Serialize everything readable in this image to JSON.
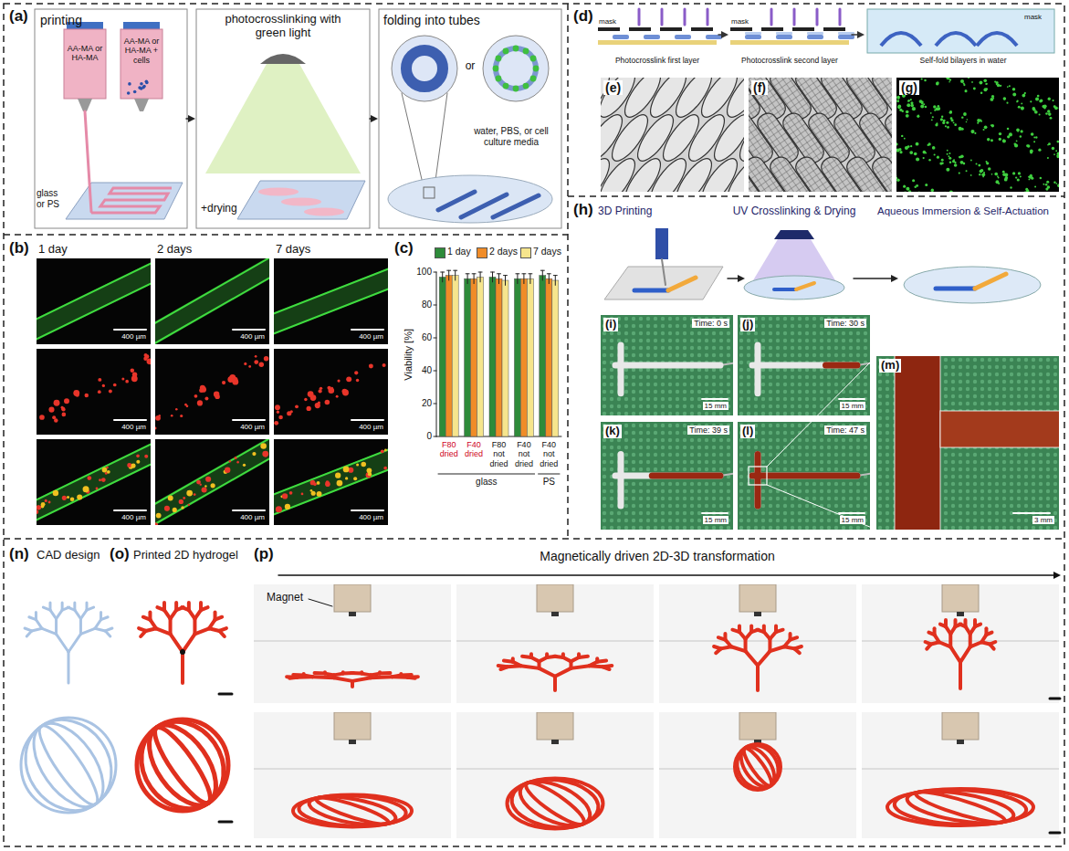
{
  "diagram": {
    "labels": [
      "(a)",
      "printing",
      "AA-MA or HA-MA",
      "AA-MA or HA-MA + cells",
      "glass or PS",
      "photocrosslinking with green light",
      "+drying",
      "folding into tubes",
      "water, PBS, or cell culture media",
      "(b)",
      "1 day",
      "2 days",
      "7 days",
      "400 µm",
      "400 µm",
      "400 µm",
      "400 µm",
      "400 µm",
      "400 µm",
      "400 µm",
      "400 µm",
      "400 µm",
      "(c)",
      "Viability [%]",
      "0",
      "20",
      "40",
      "60",
      "80",
      "100",
      "F80 dried",
      "F40 dried",
      "F80 not dried",
      "F40 not dried",
      "F40 not dried",
      "glass",
      "PS",
      "(d)",
      "mask",
      "mask",
      "mask",
      "Photocrosslink first layer",
      "Photocrosslink second layer",
      "Self-fold bilayers in water",
      "(e)",
      "(f)",
      "(g)",
      "(h)",
      "3D Printing",
      "UV Crosslinking & Drying",
      "Aqueous Immersion & Self-Actuation",
      "(i)",
      "Time: 0 s",
      "15 mm",
      "(j)",
      "Time: 30 s",
      "15 mm",
      "(k)",
      "Time: 39 s",
      "15 mm",
      "(l)",
      "Time: 47 s",
      "15 mm",
      "(m)",
      "3 mm",
      "(n)",
      "CAD design",
      "(o)",
      "Printed 2D hydrogel",
      "(p)",
      "Magnetically driven 2D-3D transformation",
      "Magnet",
      "or"
    ],
    "legend": [
      {
        "text": "1 day",
        "color": "#2e8b3a"
      },
      {
        "text": "2 days",
        "color": "#f08c28"
      },
      {
        "text": "7 days",
        "color": "#f6e58d"
      }
    ]
  }
}
